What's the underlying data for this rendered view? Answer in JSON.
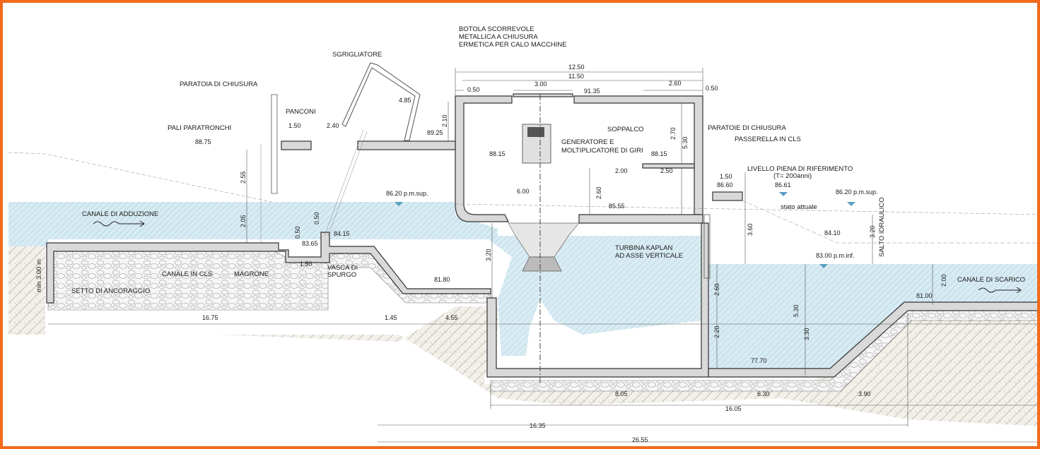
{
  "colors": {
    "frame": "#f26a1b",
    "water": "#cfe6ef",
    "hatch": "#7fb8cc",
    "concrete": "#d9d9d9",
    "soil": "#f2efe8"
  },
  "labels": {
    "botola_1": "BOTOLA SCORREVOLE",
    "botola_2": "METALLICA A CHIUSURA",
    "botola_3": "ERMETICA PER CALO MACCHINE",
    "sgrigliatore": "SGRIGLIATORE",
    "paratoia": "PARATOIA DI CHIUSURA",
    "panconi": "PANCONI",
    "pali": "PALI PARATRONCHI",
    "canale_adduzione": "CANALE DI ADDUZIONE",
    "canale_cls": "CANALE IN CLS",
    "magrone": "MAGRONE",
    "setto": "SETTO DI ANCORAGGIO",
    "vasca_1": "VASCA DI",
    "vasca_2": "SPURGO",
    "generatore_1": "GENERATORE E",
    "generatore_2": "MOLTIPLICATORE DI GIRI",
    "soppalco": "SOPPALCO",
    "turbina_1": "TURBINA KAPLAN",
    "turbina_2": "AD ASSE VERTICALE",
    "paratoie": "PARATOIE DI CHIUSURA",
    "passerella": "PASSERELLA IN CLS",
    "livello_1": "LIVELLO PIENA DI RIFERIMENTO",
    "livello_2": "(T= 200anni)",
    "stato": "stato attuale",
    "canale_scarico": "CANALE DI SCARICO",
    "salto": "SALTO IDRAULICO",
    "min3": "min 3.00 m"
  },
  "levels": {
    "l1": "88.75",
    "l2": "89.25",
    "l3": "91.35",
    "l4": "88.15",
    "l5": "88.15",
    "l6": "86.20 p.m.sup.",
    "l7": "85.55",
    "l8": "84.15",
    "l9": "83.65",
    "l10": "86.60",
    "l11": "86.61",
    "l12": "86.20 p.m.sup.",
    "l13": "84.10",
    "l14": "83.00 p.m.inf.",
    "l15": "81.80",
    "l16": "81.00",
    "l17": "77.70"
  },
  "dims": {
    "d1": "12.50",
    "d2": "11.50",
    "d3": "0.50",
    "d4": "3.00",
    "d5": "2.60",
    "d6": "0.50",
    "d7": "4.85",
    "d8": "2.10",
    "d9": "1.50",
    "d10": "2.40",
    "d11": "2.55",
    "d12": "2.05",
    "d13": "0.50",
    "d14": "0.50",
    "d15": "1.50",
    "d16": "6.00",
    "d17": "2.70",
    "d18": "5.30",
    "d19": "2.00",
    "d20": "2.50",
    "d21": "2.60",
    "d22": "1.50",
    "d23": "3.60",
    "d24": "3.20",
    "d25": "3.20",
    "d26": "2.60",
    "d27": "2.20",
    "d28": "5.30",
    "d29": "3.30",
    "d30": "2.00",
    "d31": "16.75",
    "d32": "1.45",
    "d33": "4.55",
    "d34": "8.05",
    "d35": "6.30",
    "d36": "3.90",
    "d37": "16.05",
    "d38": "16.35",
    "d39": "26.55"
  }
}
